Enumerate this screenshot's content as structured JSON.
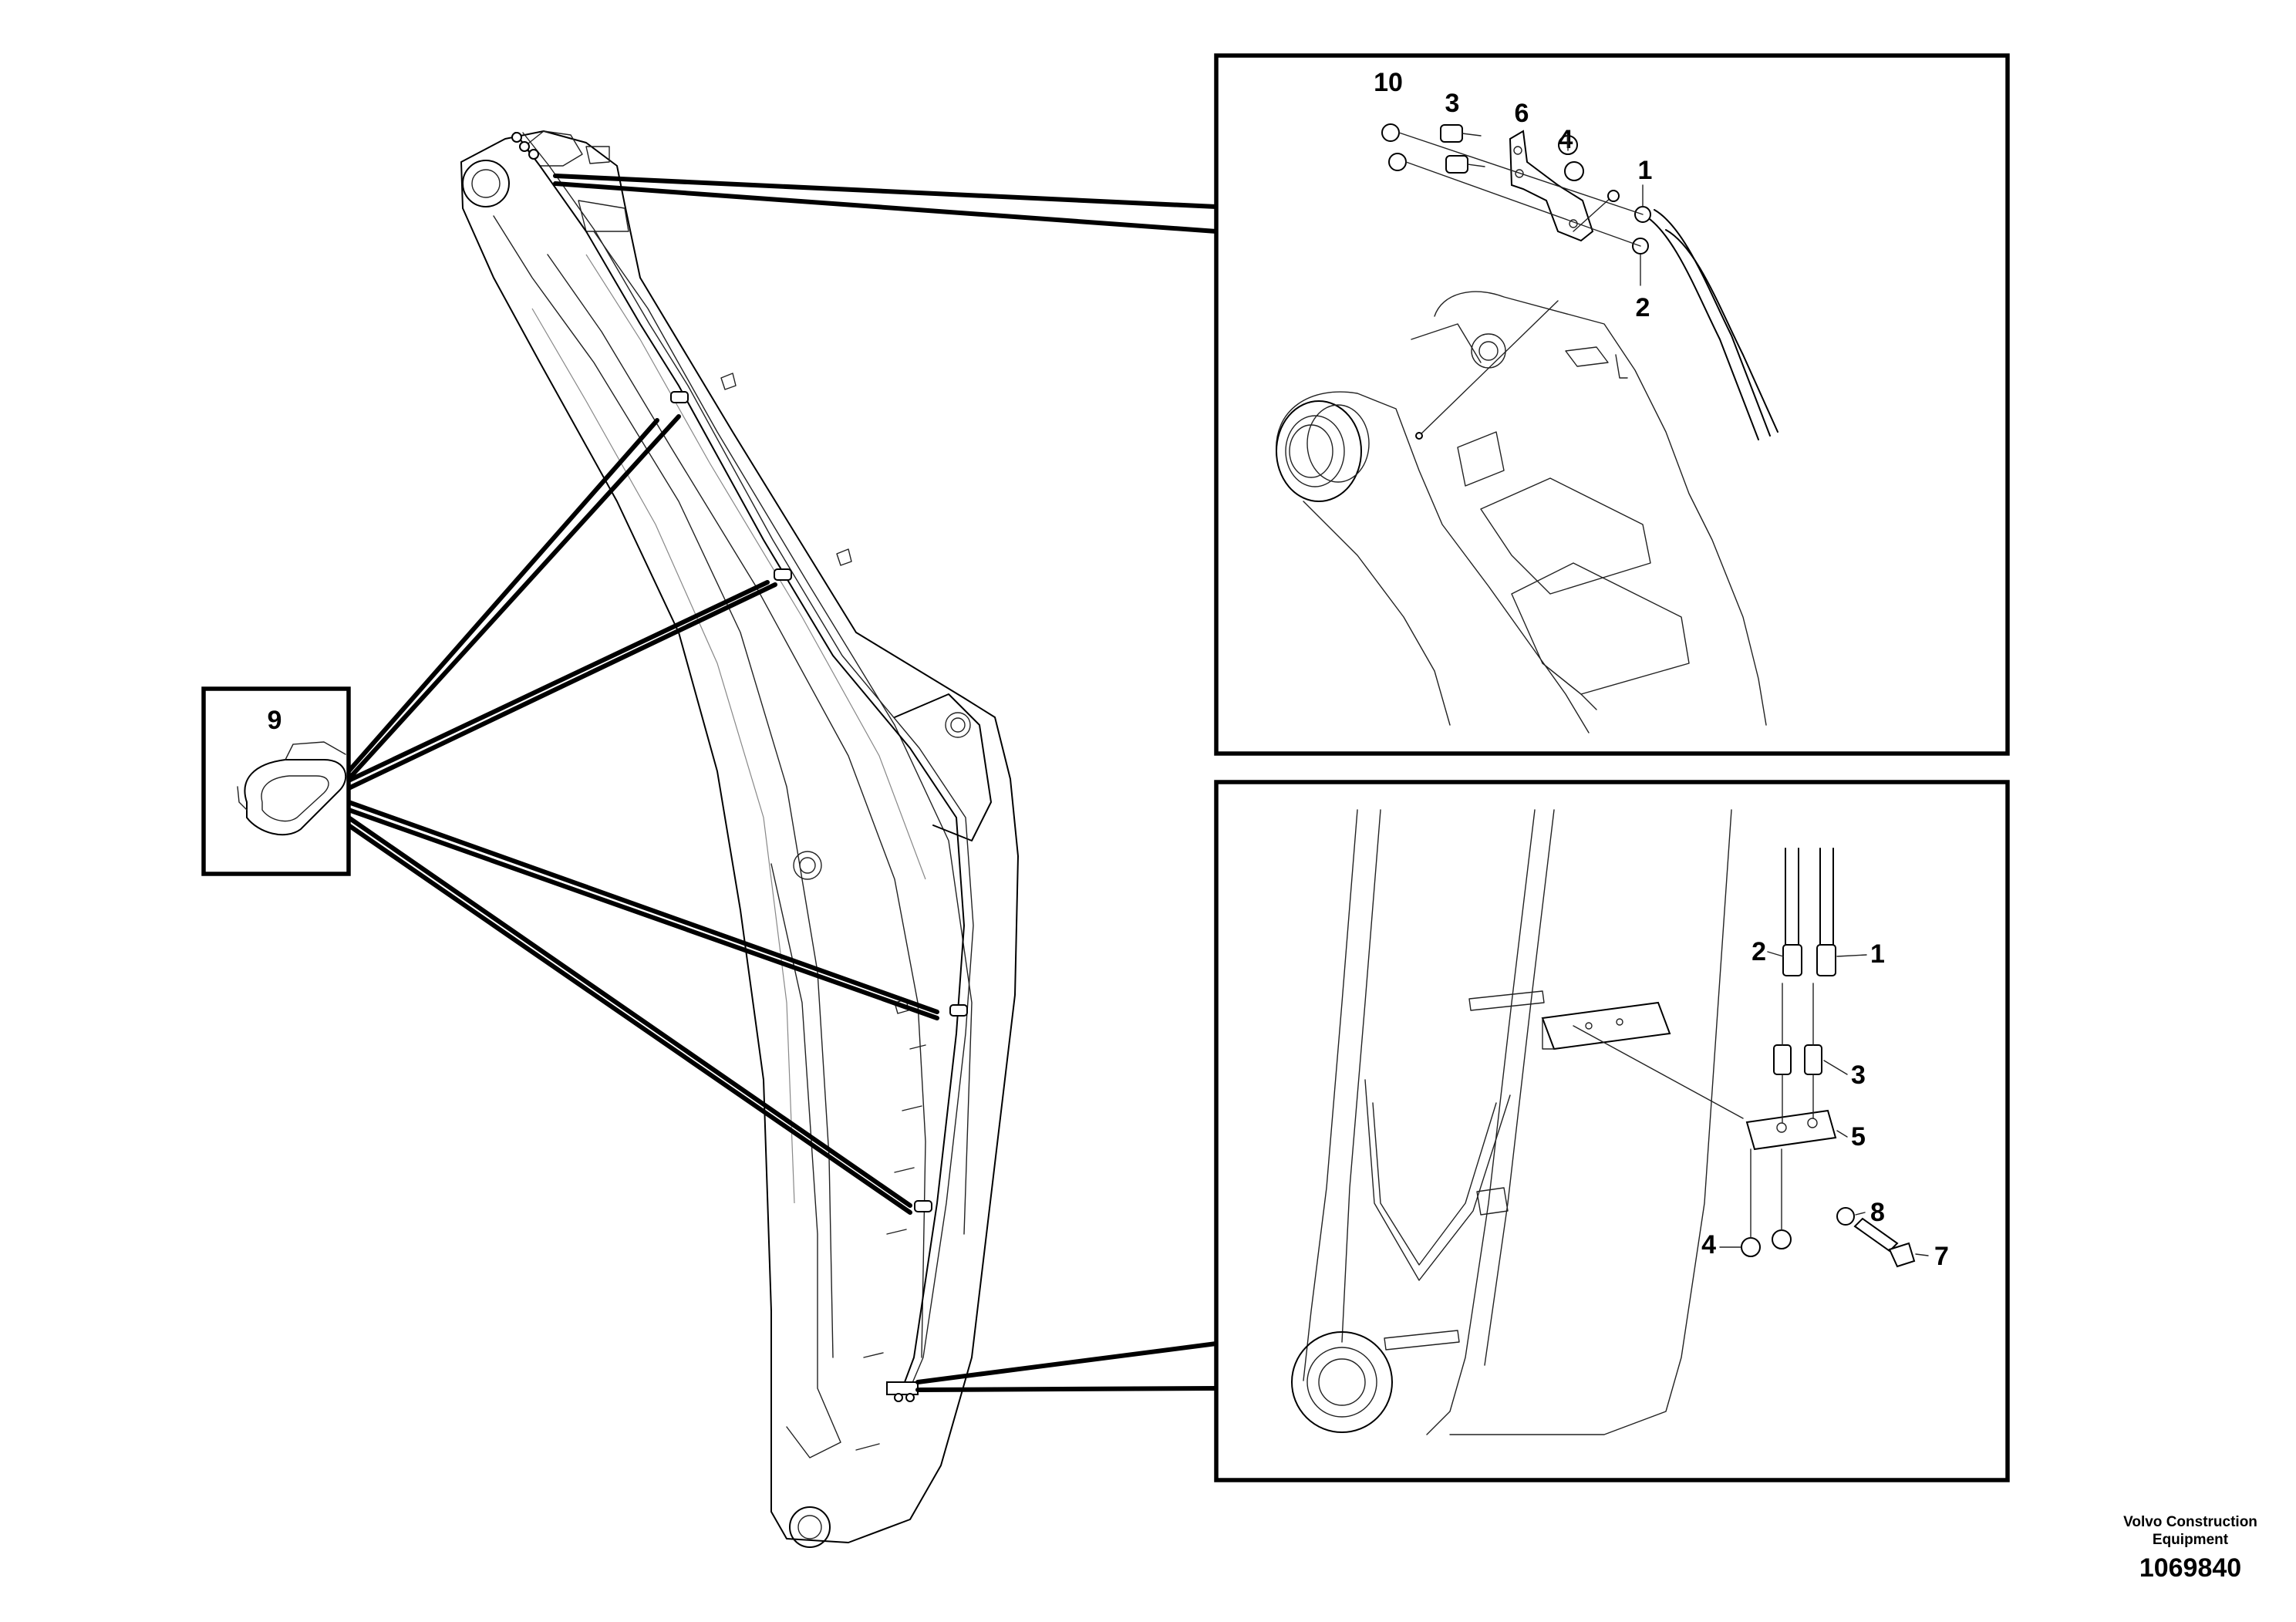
{
  "parts": {
    "upper": [
      "10",
      "3",
      "6",
      "4",
      "1",
      "2"
    ],
    "lower": [
      "2",
      "1",
      "3",
      "5",
      "8",
      "4",
      "7"
    ],
    "clamp": "9"
  },
  "credit": {
    "company_line1": "Volvo Construction",
    "company_line2": "Equipment",
    "diagram_number": "1069840"
  }
}
